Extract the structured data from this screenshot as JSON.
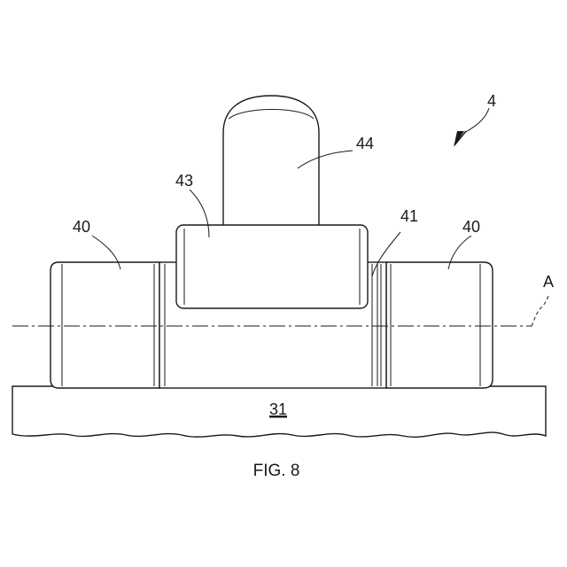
{
  "figure": {
    "caption": "FIG. 8",
    "labels": {
      "assembly": "4",
      "part_44": "44",
      "part_43": "43",
      "part_41": "41",
      "part_40_left": "40",
      "part_40_right": "40",
      "axis": "A",
      "base": "31"
    }
  }
}
